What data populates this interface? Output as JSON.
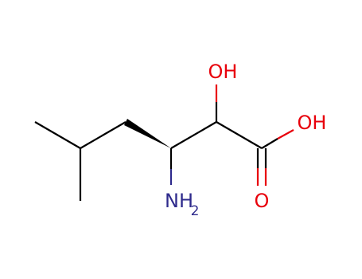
{
  "molecule": {
    "labels": {
      "hydroxyl_alpha": "OH",
      "carboxyl_oh": "OH",
      "carbonyl_o": "O",
      "amine": "NH",
      "amine_subscript": "2"
    },
    "colors": {
      "bond": "#000000",
      "oxygen": "#e8000b",
      "nitrogen": "#2e2a8c",
      "background": "#ffffff"
    }
  }
}
